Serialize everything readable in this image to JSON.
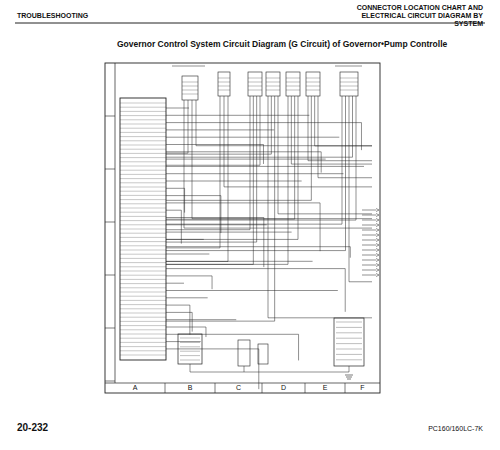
{
  "diagram": {
    "title": "Governor Control System Circuit Diagram (G Circuit) of Governor•Pump Controlle",
    "labels": [
      "TROUBLESHOOTING",
      "CONNECTOR LOCATION CHART AND ELECTRICAL CIRCUIT DIAGRAM BY SYSTEM",
      "A",
      "B",
      "C",
      "D",
      "E",
      "F",
      "20-232",
      "PC160/160LC-7K"
    ]
  }
}
